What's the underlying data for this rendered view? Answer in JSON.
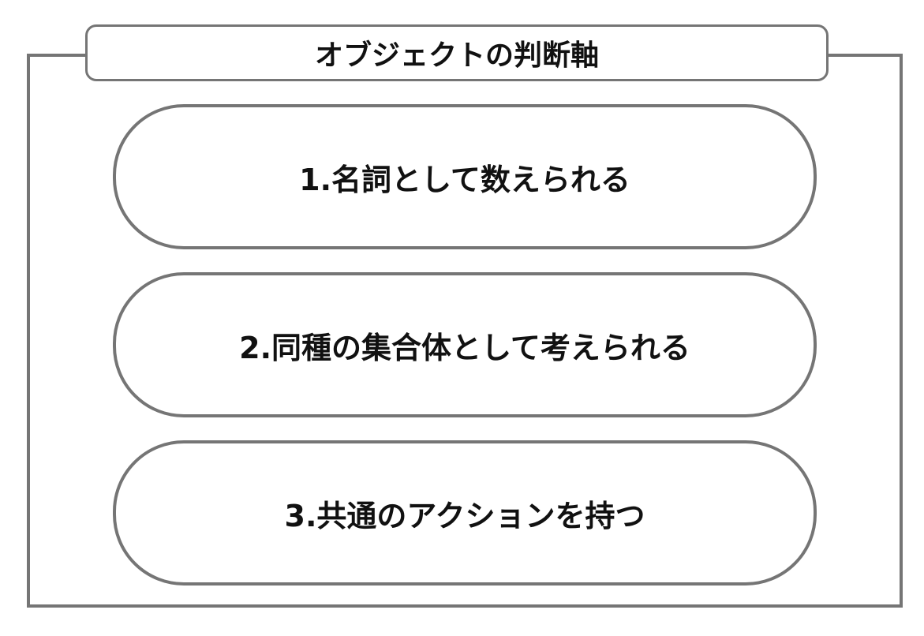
{
  "title": "オブジェクトの判断軸",
  "criteria": [
    {
      "label": "1.名詞として数えられる"
    },
    {
      "label": "2.同種の集合体として考えられる"
    },
    {
      "label": "3.共通のアクションを持つ"
    }
  ],
  "colors": {
    "border": "#757575",
    "text": "#111111"
  }
}
